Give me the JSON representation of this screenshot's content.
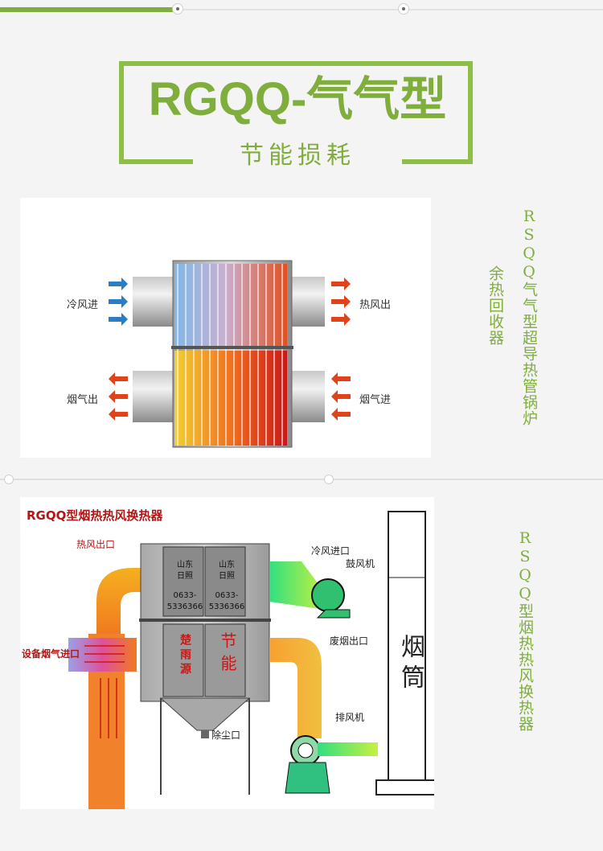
{
  "header": {
    "title": "RGQQ-气气型",
    "subtitle": "节能损耗"
  },
  "diagram1": {
    "labels": {
      "cold_air_in": "冷风进",
      "hot_air_out": "热风出",
      "flue_out": "烟气出",
      "flue_in": "烟气进"
    }
  },
  "side_labels": {
    "label_a": "RSQQ气气型超导热管锅炉",
    "label_b": "余热回收器",
    "label_c": "RSQQ型烟热热风换热器"
  },
  "diagram2": {
    "title": "RGQQ型烟热热风换热器",
    "labels": {
      "hot_air_outlet": "热风出口",
      "cold_air_inlet": "冷风进口",
      "blower": "鼓风机",
      "equipment_flue_inlet": "设备烟气进口",
      "waste_flue_outlet": "废烟出口",
      "exhaust_fan": "排风机",
      "dust_outlet": "除尘口",
      "chimney": "烟筒"
    },
    "panel_left": {
      "line1": "山东",
      "line2": "日照",
      "phone1": "0633-",
      "phone2": "5336366"
    },
    "panel_right": {
      "line1": "山东",
      "line2": "日照",
      "phone1": "0633-",
      "phone2": "5336366"
    },
    "lower_left_text": "楚雨源",
    "lower_right_text": "节能"
  },
  "colors": {
    "accent_green": "#7fae3d",
    "arrow_blue": "#2a7fc4",
    "arrow_red": "#e0421a",
    "dark_red_title": "#b01818"
  }
}
